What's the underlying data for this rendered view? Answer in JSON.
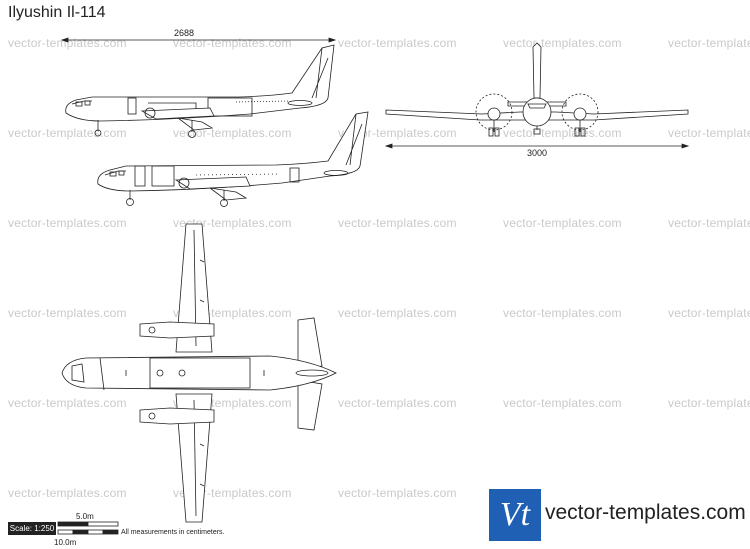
{
  "title": "Ilyushin Il-114",
  "watermark_text": "vector-templates.com",
  "dimensions": {
    "length": "2688",
    "wingspan": "3000"
  },
  "scale": {
    "label": "Scale: 1:250",
    "upper_mark": "5.0m",
    "lower_mark": "10.0m"
  },
  "note": "All measurements in centimeters.",
  "brand": {
    "logo": "Vt",
    "site": "vector-templates.com",
    "color": "#1f5fb4"
  },
  "icons": [
    "airplane-side-view",
    "airplane-front-view",
    "airplane-top-view"
  ]
}
